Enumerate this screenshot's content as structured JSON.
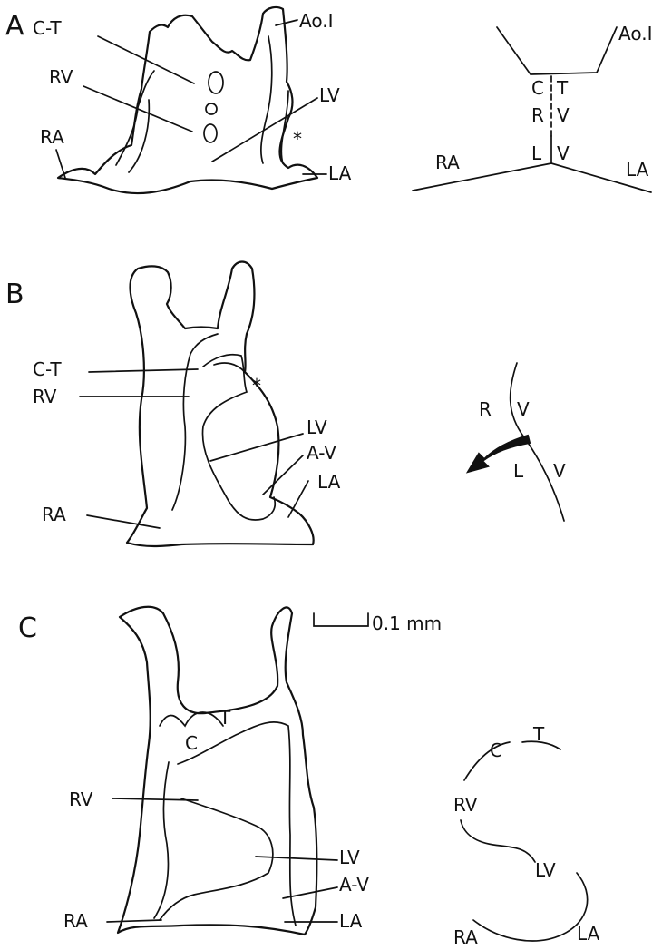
{
  "panels": {
    "a": {
      "letter": "A",
      "labels": {
        "ct": "C-T",
        "rv": "RV",
        "ra": "RA",
        "ao": "Ao.I",
        "lv": "LV",
        "star": "*",
        "la": "LA"
      },
      "schematic": {
        "ao": "Ao.I",
        "c": "C",
        "t": "T",
        "r": "R",
        "v1": "V",
        "l": "L",
        "v2": "V",
        "ra": "RA",
        "la": "LA"
      }
    },
    "b": {
      "letter": "B",
      "labels": {
        "ct": "C-T",
        "rv": "RV",
        "star": "*",
        "lv": "LV",
        "av": "A-V",
        "la": "LA",
        "ra": "RA"
      },
      "schematic": {
        "r": "R",
        "v1": "V",
        "l": "L",
        "v2": "V"
      }
    },
    "c": {
      "letter": "C",
      "scale_bar": "0.1 mm",
      "labels": {
        "t": "T",
        "c": "C",
        "rv": "RV",
        "lv": "LV",
        "av": "A-V",
        "ra": "RA",
        "la": "LA"
      },
      "schematic": {
        "c": "C",
        "t": "T",
        "rv": "RV",
        "lv": "LV",
        "ra": "RA",
        "la": "LA"
      }
    }
  },
  "colors": {
    "ink": "#111111",
    "background": "#ffffff"
  }
}
